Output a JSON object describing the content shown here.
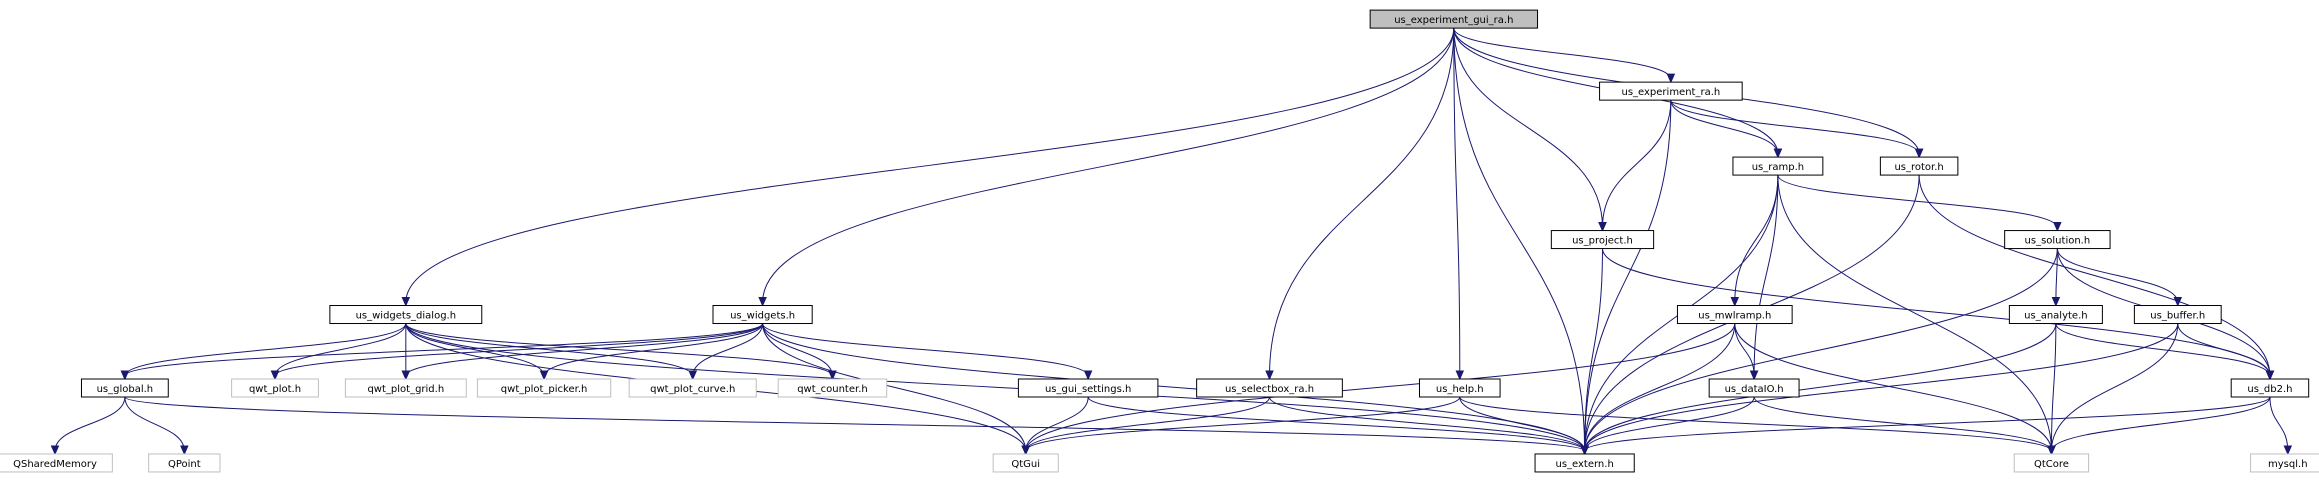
{
  "diagram": {
    "colors": {
      "edge": "#191970",
      "node_border": "#000000",
      "ext_border": "#bfbfbf",
      "root_fill": "#bfbfbf",
      "node_fill": "#ffffff",
      "node_text": "#000000"
    },
    "nodes": [
      {
        "id": "us_experiment_gui_ra",
        "label": "us_experiment_gui_ra.h",
        "kind": "root"
      },
      {
        "id": "us_experiment_ra",
        "label": "us_experiment_ra.h",
        "kind": "file"
      },
      {
        "id": "us_ramp",
        "label": "us_ramp.h",
        "kind": "file"
      },
      {
        "id": "us_rotor",
        "label": "us_rotor.h",
        "kind": "file"
      },
      {
        "id": "us_project",
        "label": "us_project.h",
        "kind": "file"
      },
      {
        "id": "us_solution",
        "label": "us_solution.h",
        "kind": "file"
      },
      {
        "id": "us_widgets_dialog",
        "label": "us_widgets_dialog.h",
        "kind": "file"
      },
      {
        "id": "us_widgets",
        "label": "us_widgets.h",
        "kind": "file"
      },
      {
        "id": "us_mwlramp",
        "label": "us_mwlramp.h",
        "kind": "file"
      },
      {
        "id": "us_analyte",
        "label": "us_analyte.h",
        "kind": "file"
      },
      {
        "id": "us_buffer",
        "label": "us_buffer.h",
        "kind": "file"
      },
      {
        "id": "us_global",
        "label": "us_global.h",
        "kind": "file"
      },
      {
        "id": "qwt_plot",
        "label": "qwt_plot.h",
        "kind": "external"
      },
      {
        "id": "qwt_plot_grid",
        "label": "qwt_plot_grid.h",
        "kind": "external"
      },
      {
        "id": "qwt_plot_picker",
        "label": "qwt_plot_picker.h",
        "kind": "external"
      },
      {
        "id": "qwt_plot_curve",
        "label": "qwt_plot_curve.h",
        "kind": "external"
      },
      {
        "id": "qwt_counter",
        "label": "qwt_counter.h",
        "kind": "external"
      },
      {
        "id": "us_gui_settings",
        "label": "us_gui_settings.h",
        "kind": "file"
      },
      {
        "id": "us_selectbox_ra",
        "label": "us_selectbox_ra.h",
        "kind": "file"
      },
      {
        "id": "us_help",
        "label": "us_help.h",
        "kind": "file"
      },
      {
        "id": "us_dataIO",
        "label": "us_dataIO.h",
        "kind": "file"
      },
      {
        "id": "us_db2",
        "label": "us_db2.h",
        "kind": "file"
      },
      {
        "id": "QSharedMemory",
        "label": "QSharedMemory",
        "kind": "external"
      },
      {
        "id": "QPoint",
        "label": "QPoint",
        "kind": "external"
      },
      {
        "id": "QtGui",
        "label": "QtGui",
        "kind": "external"
      },
      {
        "id": "us_extern",
        "label": "us_extern.h",
        "kind": "file"
      },
      {
        "id": "QtCore",
        "label": "QtCore",
        "kind": "external"
      },
      {
        "id": "mysql",
        "label": "mysql.h",
        "kind": "external"
      }
    ],
    "edges": [
      [
        "us_experiment_gui_ra",
        "us_experiment_ra"
      ],
      [
        "us_experiment_gui_ra",
        "us_ramp"
      ],
      [
        "us_experiment_gui_ra",
        "us_rotor"
      ],
      [
        "us_experiment_gui_ra",
        "us_project"
      ],
      [
        "us_experiment_gui_ra",
        "us_widgets_dialog"
      ],
      [
        "us_experiment_gui_ra",
        "us_widgets"
      ],
      [
        "us_experiment_gui_ra",
        "us_selectbox_ra"
      ],
      [
        "us_experiment_gui_ra",
        "us_help"
      ],
      [
        "us_experiment_gui_ra",
        "us_extern"
      ],
      [
        "us_experiment_ra",
        "us_ramp"
      ],
      [
        "us_experiment_ra",
        "us_rotor"
      ],
      [
        "us_experiment_ra",
        "us_project"
      ],
      [
        "us_experiment_ra",
        "us_extern"
      ],
      [
        "us_ramp",
        "us_solution"
      ],
      [
        "us_ramp",
        "us_mwlramp"
      ],
      [
        "us_ramp",
        "us_dataIO"
      ],
      [
        "us_ramp",
        "us_extern"
      ],
      [
        "us_ramp",
        "QtCore"
      ],
      [
        "us_rotor",
        "us_db2"
      ],
      [
        "us_rotor",
        "us_extern"
      ],
      [
        "us_project",
        "us_db2"
      ],
      [
        "us_project",
        "us_extern"
      ],
      [
        "us_solution",
        "us_analyte"
      ],
      [
        "us_solution",
        "us_buffer"
      ],
      [
        "us_solution",
        "us_db2"
      ],
      [
        "us_solution",
        "us_extern"
      ],
      [
        "us_widgets_dialog",
        "us_global"
      ],
      [
        "us_widgets_dialog",
        "qwt_plot"
      ],
      [
        "us_widgets_dialog",
        "qwt_plot_grid"
      ],
      [
        "us_widgets_dialog",
        "qwt_plot_picker"
      ],
      [
        "us_widgets_dialog",
        "qwt_plot_curve"
      ],
      [
        "us_widgets_dialog",
        "qwt_counter"
      ],
      [
        "us_widgets_dialog",
        "QtGui"
      ],
      [
        "us_widgets_dialog",
        "us_extern"
      ],
      [
        "us_widgets",
        "us_global"
      ],
      [
        "us_widgets",
        "qwt_plot"
      ],
      [
        "us_widgets",
        "qwt_plot_grid"
      ],
      [
        "us_widgets",
        "qwt_plot_picker"
      ],
      [
        "us_widgets",
        "qwt_plot_curve"
      ],
      [
        "us_widgets",
        "qwt_counter"
      ],
      [
        "us_widgets",
        "us_gui_settings"
      ],
      [
        "us_widgets",
        "QtGui"
      ],
      [
        "us_widgets",
        "us_extern"
      ],
      [
        "us_mwlramp",
        "QtGui"
      ],
      [
        "us_mwlramp",
        "us_dataIO"
      ],
      [
        "us_mwlramp",
        "us_extern"
      ],
      [
        "us_mwlramp",
        "QtCore"
      ],
      [
        "us_analyte",
        "us_db2"
      ],
      [
        "us_analyte",
        "us_extern"
      ],
      [
        "us_analyte",
        "QtCore"
      ],
      [
        "us_buffer",
        "us_db2"
      ],
      [
        "us_buffer",
        "us_extern"
      ],
      [
        "us_buffer",
        "QtCore"
      ],
      [
        "us_global",
        "QSharedMemory"
      ],
      [
        "us_global",
        "QPoint"
      ],
      [
        "us_global",
        "us_extern"
      ],
      [
        "us_gui_settings",
        "QtGui"
      ],
      [
        "us_gui_settings",
        "us_extern"
      ],
      [
        "us_selectbox_ra",
        "QtGui"
      ],
      [
        "us_selectbox_ra",
        "us_extern"
      ],
      [
        "us_help",
        "QtGui"
      ],
      [
        "us_help",
        "us_extern"
      ],
      [
        "us_help",
        "QtCore"
      ],
      [
        "us_dataIO",
        "us_extern"
      ],
      [
        "us_dataIO",
        "QtCore"
      ],
      [
        "us_db2",
        "us_extern"
      ],
      [
        "us_db2",
        "QtCore"
      ],
      [
        "us_db2",
        "mysql"
      ]
    ]
  }
}
